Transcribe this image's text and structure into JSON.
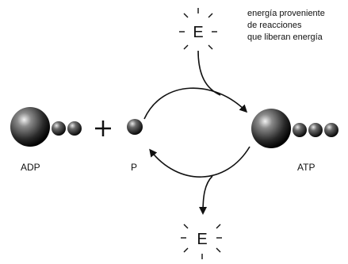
{
  "labels": {
    "adp": "ADP",
    "phosphate": "P",
    "atp": "ATP",
    "plus": "+"
  },
  "energy": {
    "symbol_top": "E",
    "symbol_bottom": "E",
    "source_note": [
      "energía proveniente",
      "de reacciones",
      "que liberan energía"
    ]
  }
}
